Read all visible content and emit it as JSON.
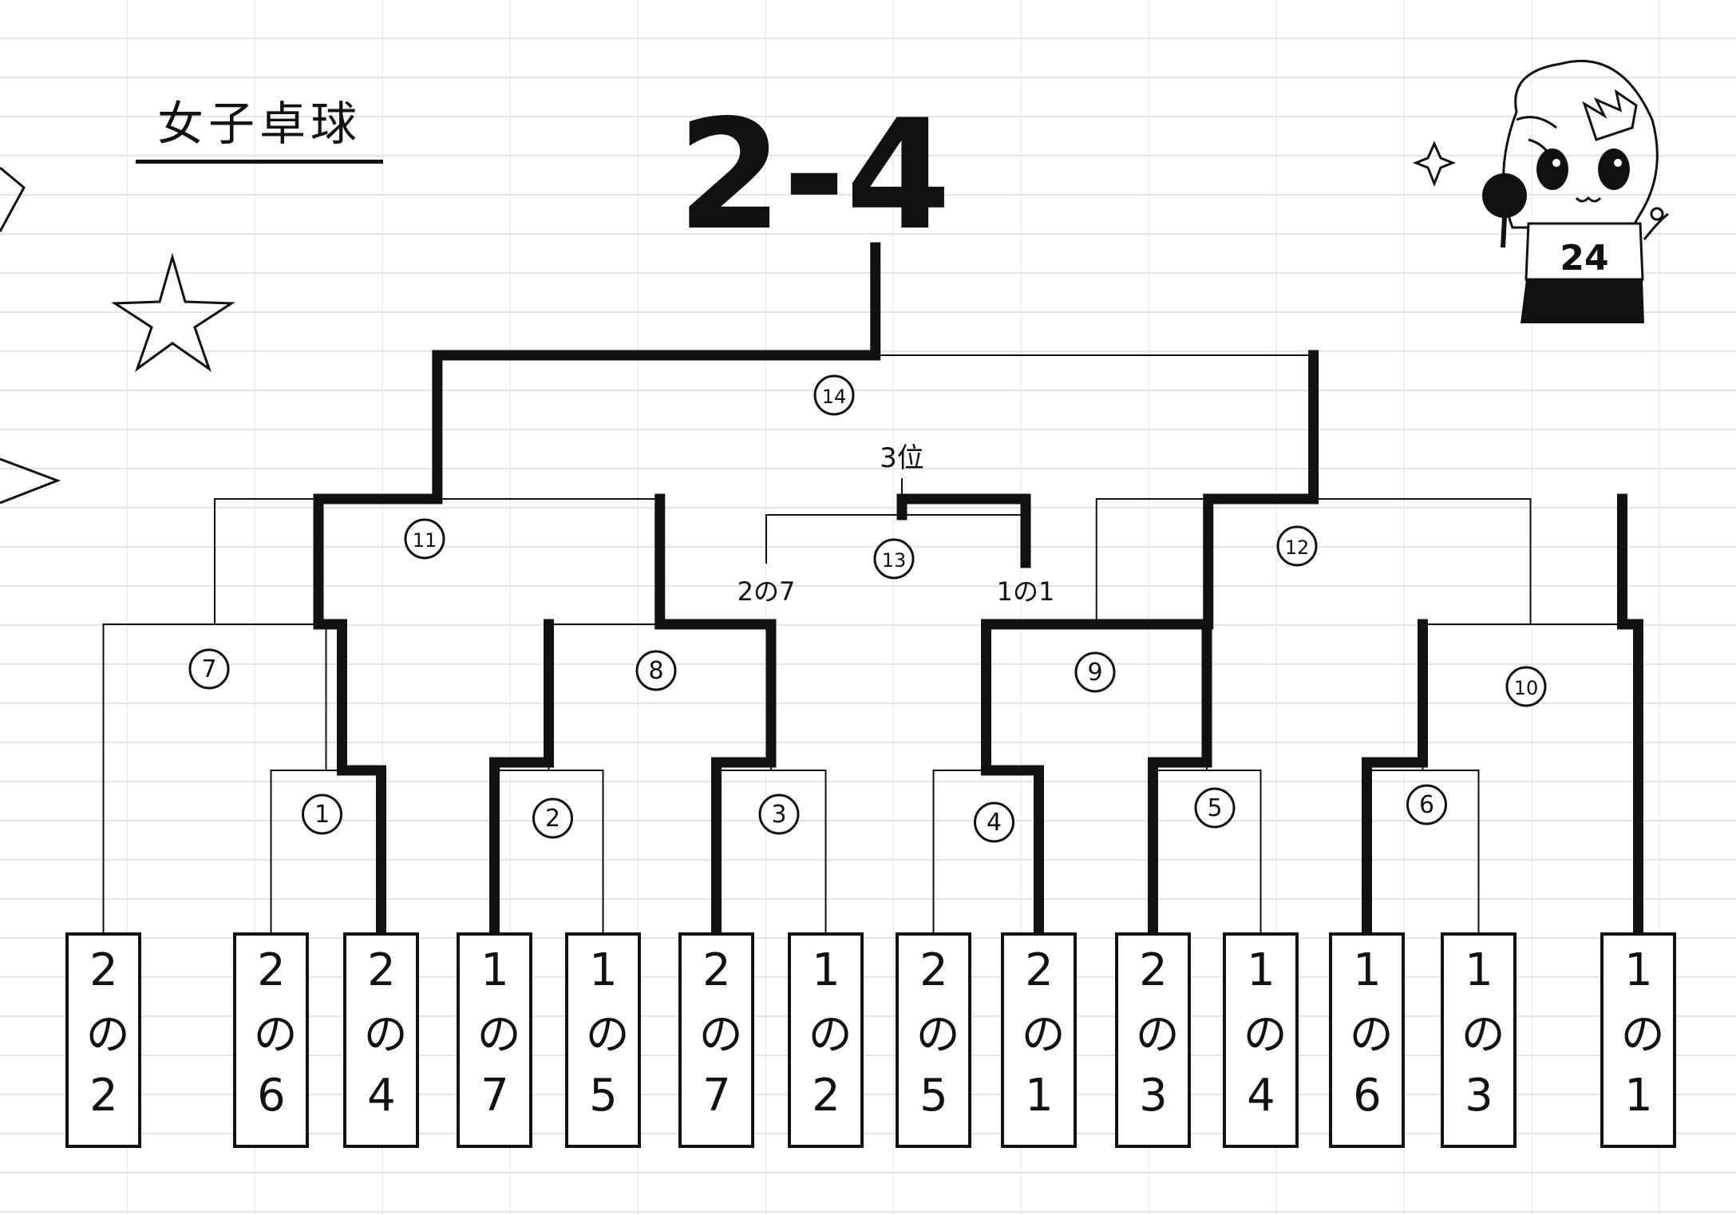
{
  "title": "女子卓球",
  "class_label": "2-4",
  "third_place_label": "3位",
  "third_place_entrants": [
    "2の7",
    "1の1"
  ],
  "players": [
    "2の2",
    "2の6",
    "2の4",
    "1の7",
    "1の5",
    "2の7",
    "1の2",
    "2の5",
    "2の1",
    "2の3",
    "1の4",
    "1の6",
    "1の3",
    "1の1"
  ],
  "matches": [
    {
      "number": "1",
      "label": "①"
    },
    {
      "number": "2",
      "label": "②"
    },
    {
      "number": "3",
      "label": "③"
    },
    {
      "number": "4",
      "label": "④"
    },
    {
      "number": "5",
      "label": "⑤"
    },
    {
      "number": "6",
      "label": "⑥"
    },
    {
      "number": "7",
      "label": "⑦"
    },
    {
      "number": "8",
      "label": "⑧"
    },
    {
      "number": "9",
      "label": "⑨"
    },
    {
      "number": "10",
      "label": "⑩"
    },
    {
      "number": "11",
      "label": "⑪"
    },
    {
      "number": "12",
      "label": "⑫"
    },
    {
      "number": "13",
      "label": "⑬"
    },
    {
      "number": "14",
      "label": "⑭"
    }
  ],
  "character": {
    "shirt_number": "24"
  },
  "colors": {
    "ink": "#111111",
    "paper": "#ffffff",
    "ruled_line": "#e4e4e4"
  }
}
